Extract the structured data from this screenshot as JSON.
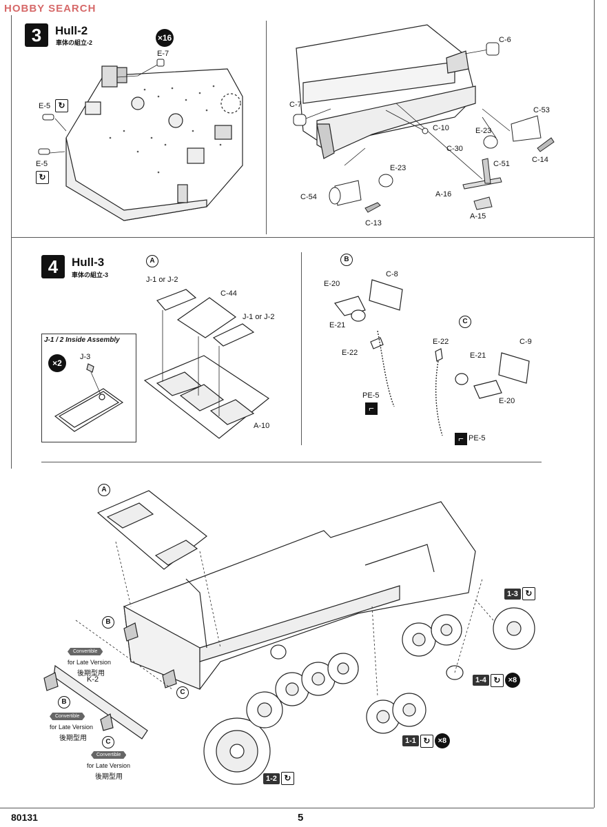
{
  "watermark": "HOBBY SEARCH",
  "footer": {
    "code": "80131",
    "page": "5"
  },
  "step3": {
    "number": "3",
    "title": "Hull-2",
    "subtitle": "車体の組立-2",
    "multiplier": "×16",
    "parts_left": [
      "E-7",
      "E-5",
      "E-5"
    ],
    "parts_right": [
      "C-6",
      "C-7",
      "C-10",
      "C-30",
      "C-53",
      "E-23",
      "C-14",
      "C-51",
      "E-23",
      "A-16",
      "C-54",
      "A-15",
      "C-13"
    ]
  },
  "step4": {
    "number": "4",
    "title": "Hull-3",
    "subtitle": "車体の組立-3",
    "inside_title": "J-1 / 2 Inside Assembly",
    "inside_mult": "×2",
    "inside_part": "J-3",
    "sub_a": "A",
    "sub_a_parts": [
      "J-1 or J-2",
      "C-44",
      "J-1 or J-2",
      "A-10"
    ],
    "sub_b": "B",
    "sub_b_parts": [
      "C-8",
      "E-20",
      "E-21",
      "E-22",
      "PE-5"
    ],
    "sub_c": "C",
    "sub_c_parts": [
      "E-22",
      "E-21",
      "C-9",
      "E-20",
      "PE-5"
    ]
  },
  "main": {
    "callouts": [
      "A",
      "B",
      "C",
      "B",
      "C"
    ],
    "convertible": "Convertible",
    "late_version": "for Late Version",
    "late_version_jp": "後期型用",
    "part_k2": "K-2",
    "refs": [
      {
        "id": "1-3",
        "mult": ""
      },
      {
        "id": "1-4",
        "mult": "×8"
      },
      {
        "id": "1-1",
        "mult": "×8"
      },
      {
        "id": "1-2",
        "mult": ""
      }
    ]
  }
}
